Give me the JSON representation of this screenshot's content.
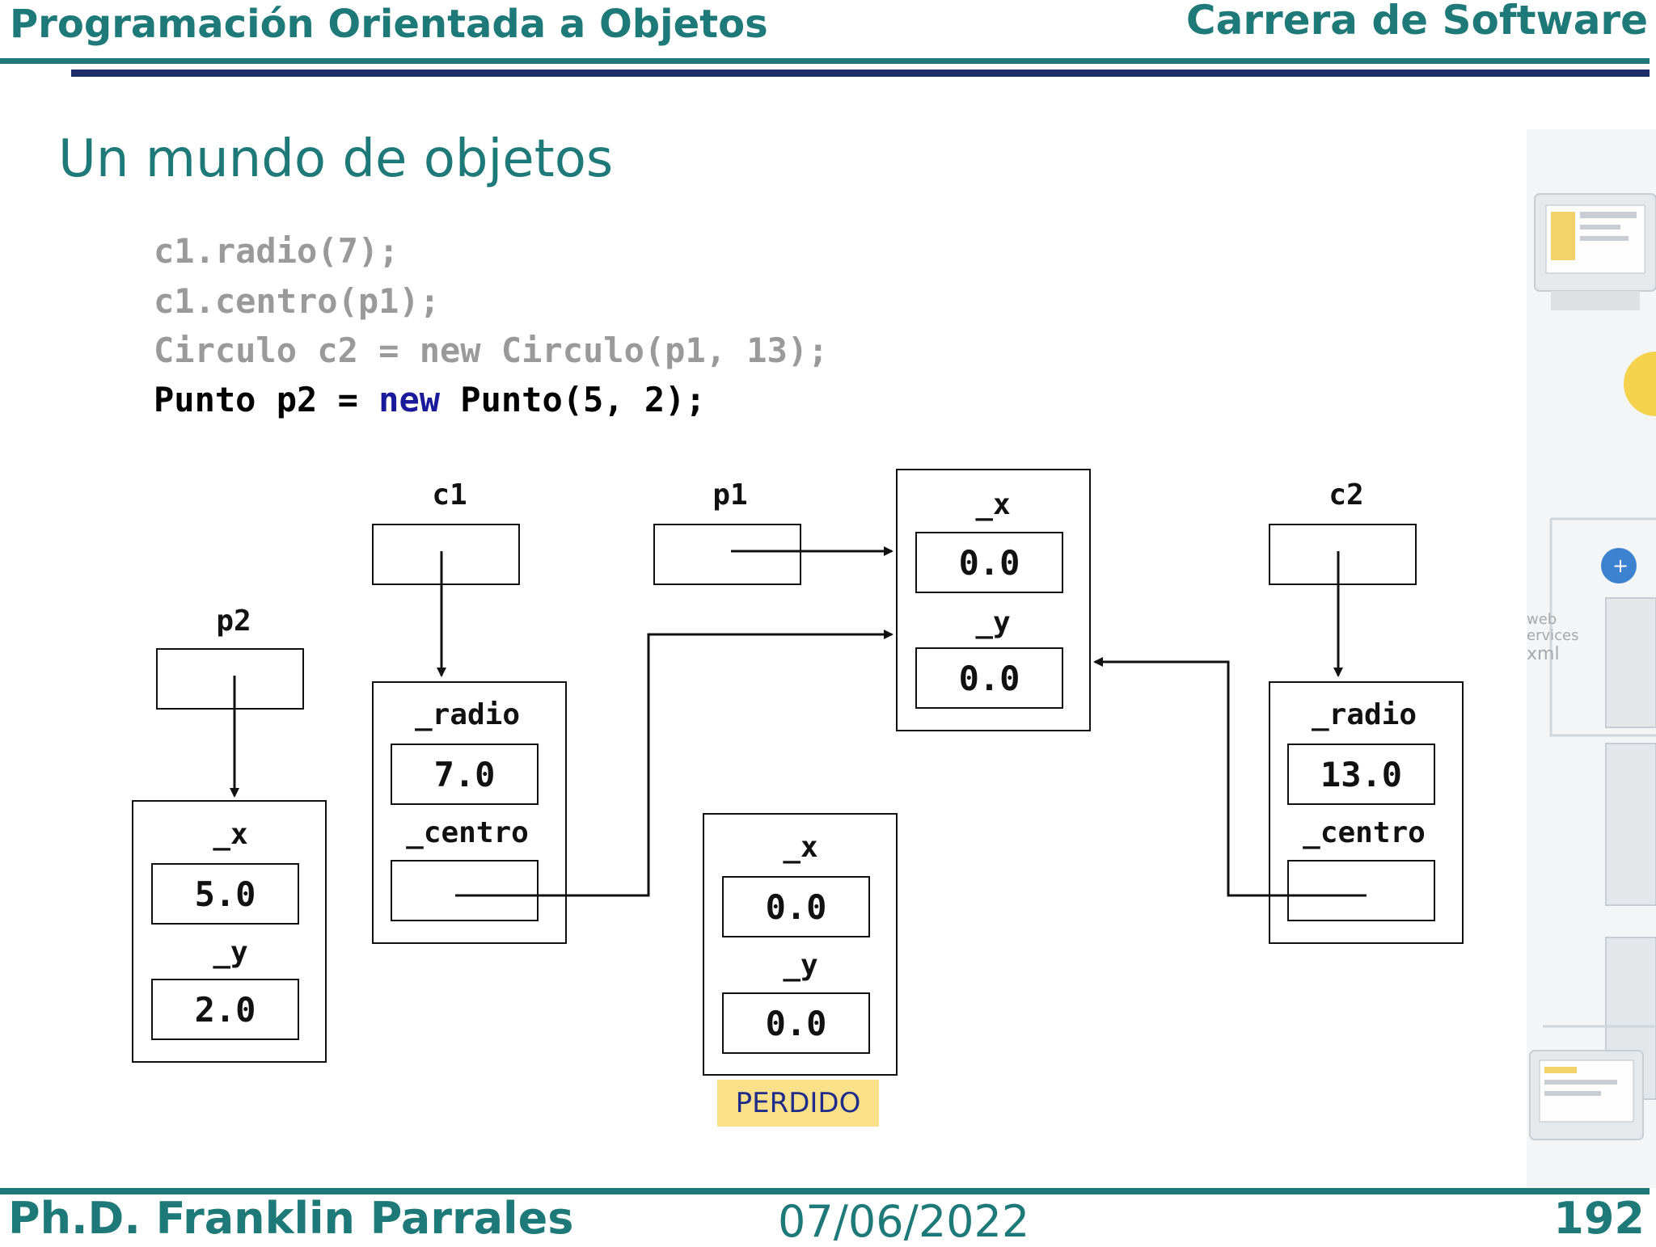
{
  "header": {
    "course": "Programación Orientada a Objetos",
    "program": "Carrera de Software"
  },
  "slide": {
    "title": "Un mundo de objetos"
  },
  "code": [
    "c1.radio(7);",
    "c1.centro(p1);",
    "Circulo c2 = new Circulo(p1, 13);"
  ],
  "code_last": {
    "before": "Punto p2 = ",
    "keyword": "new",
    "after": " Punto(5, 2);"
  },
  "diagram": {
    "vars": {
      "c1": "c1",
      "p1": "p1",
      "c2": "c2",
      "p2": "p2"
    },
    "p1_obj": {
      "x_label": "_x",
      "x_value": "0.0",
      "y_label": "_y",
      "y_value": "0.0"
    },
    "c1_obj": {
      "radio_label": "_radio",
      "radio_value": "7.0",
      "centro_label": "_centro"
    },
    "c2_obj": {
      "radio_label": "_radio",
      "radio_value": "13.0",
      "centro_label": "_centro"
    },
    "p2_obj": {
      "x_label": "_x",
      "x_value": "5.0",
      "y_label": "_y",
      "y_value": "2.0"
    },
    "lost_obj": {
      "x_label": "_x",
      "x_value": "0.0",
      "y_label": "_y",
      "y_value": "0.0"
    },
    "lost_tag": "PERDIDO"
  },
  "footer": {
    "author": "Ph.D. Franklin Parrales",
    "date": "07/06/2022",
    "page": "192"
  },
  "colors": {
    "teal": "#1e7a78",
    "navy": "#1f2d6b",
    "tag_bg": "#fbe08a"
  }
}
